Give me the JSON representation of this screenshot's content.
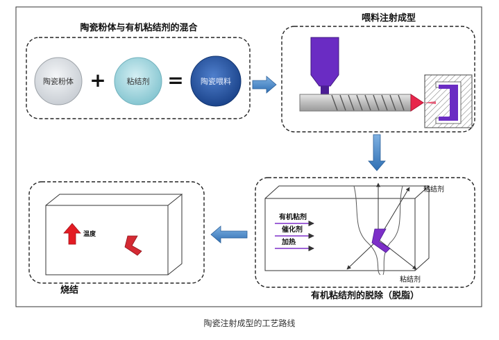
{
  "colors": {
    "frame": "#333333",
    "dashed_border": "#222222",
    "ceramic_powder": "#d9dde2",
    "binder": "#9fd3dc",
    "feedstock": "#1f4e9a",
    "process_arrow": "#3d7fc1",
    "hopper": "#6a2cc3",
    "nozzle_tip": "#e8254b",
    "binder_mark": "#7d2fc8",
    "sinter_mark": "#d42a33"
  },
  "mixing": {
    "title": "陶瓷粉体与有机粘结剂的混合",
    "powder_label": "陶瓷粉体",
    "plus_symbol": "+",
    "binder_label": "粘结剂",
    "equals_symbol": "=",
    "feedstock_label": "陶瓷喂料"
  },
  "injection": {
    "title": "喂料注射成型"
  },
  "debinding": {
    "title": "有机粘结剂的脱除（脱脂）",
    "label_organic_binder": "有机粘剂",
    "label_catalyst": "催化剂",
    "label_heating": "加热",
    "label_binder_top": "粘结剂",
    "label_binder_bottom": "粘结剂"
  },
  "sintering": {
    "title": "烧结",
    "temperature_label": "温度"
  },
  "caption": "陶瓷注射成型的工艺路线"
}
